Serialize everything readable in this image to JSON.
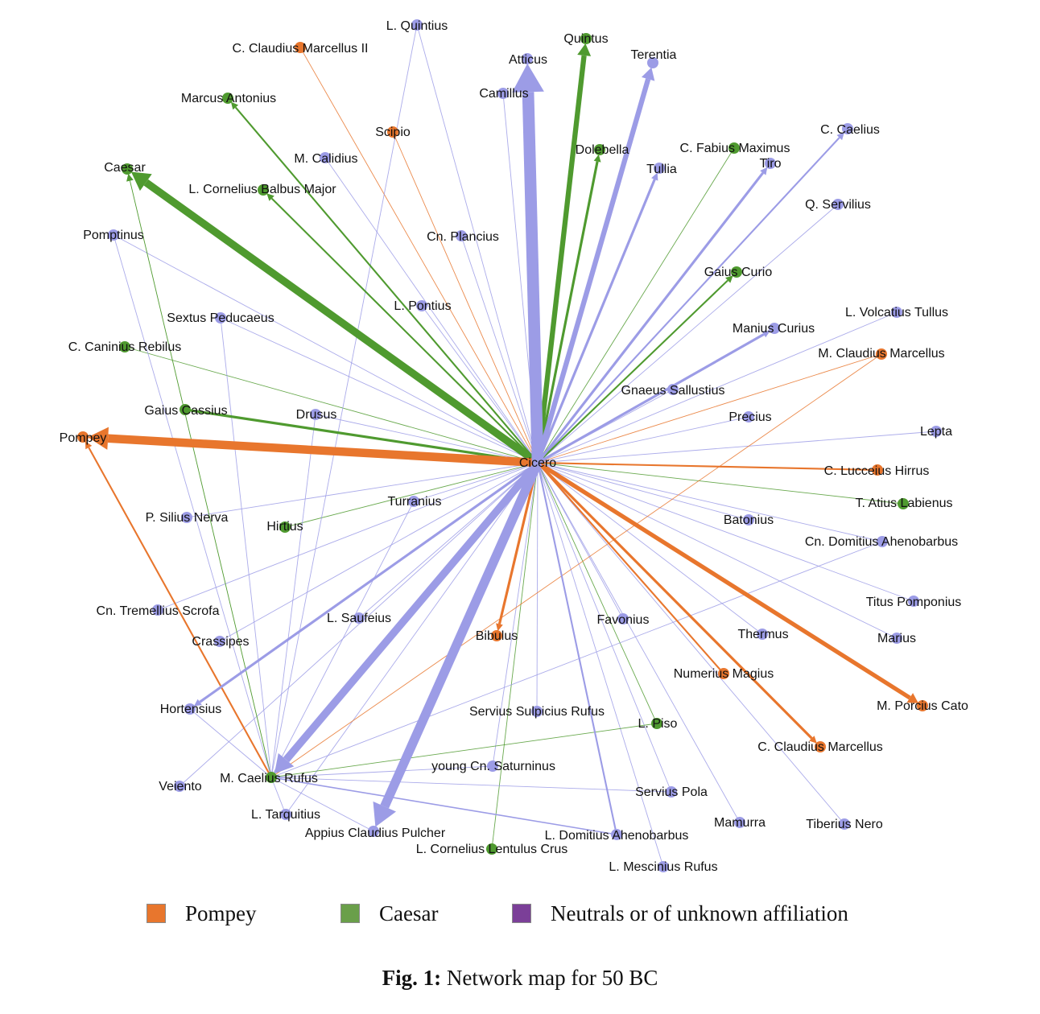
{
  "colors": {
    "pompey": "#e8762d",
    "caesar": "#4f9a2f",
    "neutral": "#9c9ce6"
  },
  "hub": "Cicero",
  "nodes": [
    {
      "id": "cicero",
      "label": "Cicero",
      "faction": "neutral"
    },
    {
      "id": "pompey",
      "label": "Pompey",
      "faction": "pompey"
    },
    {
      "id": "caesar",
      "label": "Caesar",
      "faction": "caesar"
    },
    {
      "id": "m-caelius-rufus",
      "label": "M. Caelius Rufus",
      "faction": "caesar"
    },
    {
      "id": "appius-claudius-pulcher",
      "label": "Appius Claudius Pulcher",
      "faction": "neutral"
    },
    {
      "id": "atticus",
      "label": "Atticus",
      "faction": "neutral"
    },
    {
      "id": "quintus",
      "label": "Quintus",
      "faction": "caesar"
    },
    {
      "id": "terentia",
      "label": "Terentia",
      "faction": "neutral"
    },
    {
      "id": "m-porcius-cato",
      "label": "M. Porcius Cato",
      "faction": "pompey"
    },
    {
      "id": "l-quintius",
      "label": "L. Quintius",
      "faction": "neutral"
    },
    {
      "id": "c-claudius-marcellus-ii",
      "label": "C. Claudius Marcellus II",
      "faction": "pompey"
    },
    {
      "id": "camillus",
      "label": "Camillus",
      "faction": "neutral"
    },
    {
      "id": "marcus-antonius",
      "label": "Marcus Antonius",
      "faction": "caesar"
    },
    {
      "id": "scipio",
      "label": "Scipio",
      "faction": "pompey"
    },
    {
      "id": "m-calidius",
      "label": "M. Calidius",
      "faction": "neutral"
    },
    {
      "id": "dolebella",
      "label": "Dolebella",
      "faction": "caesar"
    },
    {
      "id": "c-fabius-maximus",
      "label": "C. Fabius Maximus",
      "faction": "caesar"
    },
    {
      "id": "c-caelius",
      "label": "C. Caelius",
      "faction": "neutral"
    },
    {
      "id": "tullia",
      "label": "Tullia",
      "faction": "neutral"
    },
    {
      "id": "tiro",
      "label": "Tiro",
      "faction": "neutral"
    },
    {
      "id": "l-cornelius-balbus-major",
      "label": "L. Cornelius Balbus Major",
      "faction": "caesar"
    },
    {
      "id": "q-servilius",
      "label": "Q. Servilius",
      "faction": "neutral"
    },
    {
      "id": "pomptinus",
      "label": "Pomptinus",
      "faction": "neutral"
    },
    {
      "id": "cn-plancius",
      "label": "Cn. Plancius",
      "faction": "neutral"
    },
    {
      "id": "gaius-curio",
      "label": "Gaius Curio",
      "faction": "caesar"
    },
    {
      "id": "l-pontius",
      "label": "L. Pontius",
      "faction": "neutral"
    },
    {
      "id": "l-volcatius-tullus",
      "label": "L. Volcatius Tullus",
      "faction": "neutral"
    },
    {
      "id": "sextus-peducaeus",
      "label": "Sextus Peducaeus",
      "faction": "neutral"
    },
    {
      "id": "manius-curius",
      "label": "Manius Curius",
      "faction": "neutral"
    },
    {
      "id": "c-caninius-rebilus",
      "label": "C. Caninius Rebilus",
      "faction": "caesar"
    },
    {
      "id": "m-claudius-marcellus",
      "label": "M. Claudius Marcellus",
      "faction": "pompey"
    },
    {
      "id": "gnaeus-sallustius",
      "label": "Gnaeus Sallustius",
      "faction": "neutral"
    },
    {
      "id": "gaius-cassius",
      "label": "Gaius Cassius",
      "faction": "caesar"
    },
    {
      "id": "drusus",
      "label": "Drusus",
      "faction": "neutral"
    },
    {
      "id": "precius",
      "label": "Precius",
      "faction": "neutral"
    },
    {
      "id": "lepta",
      "label": "Lepta",
      "faction": "neutral"
    },
    {
      "id": "c-lucceius-hirrus",
      "label": "C. Lucceius Hirrus",
      "faction": "pompey"
    },
    {
      "id": "t-atius-labienus",
      "label": "T. Atius Labienus",
      "faction": "caesar"
    },
    {
      "id": "turranius",
      "label": "Turranius",
      "faction": "neutral"
    },
    {
      "id": "p-silius-nerva",
      "label": "P. Silius Nerva",
      "faction": "neutral"
    },
    {
      "id": "hirtius",
      "label": "Hirtius",
      "faction": "caesar"
    },
    {
      "id": "batonius",
      "label": "Batonius",
      "faction": "neutral"
    },
    {
      "id": "cn-domitius-ahenobarbus",
      "label": "Cn. Domitius Ahenobarbus",
      "faction": "neutral"
    },
    {
      "id": "titus-pomponius",
      "label": "Titus Pomponius",
      "faction": "neutral"
    },
    {
      "id": "cn-tremellius-scrofa",
      "label": "Cn. Tremellius Scrofa",
      "faction": "neutral"
    },
    {
      "id": "l-saufeius",
      "label": "L. Saufeius",
      "faction": "neutral"
    },
    {
      "id": "favonius",
      "label": "Favonius",
      "faction": "neutral"
    },
    {
      "id": "crassipes",
      "label": "Crassipes",
      "faction": "neutral"
    },
    {
      "id": "bibulus",
      "label": "Bibulus",
      "faction": "pompey"
    },
    {
      "id": "thermus",
      "label": "Thermus",
      "faction": "neutral"
    },
    {
      "id": "marius",
      "label": "Marius",
      "faction": "neutral"
    },
    {
      "id": "numerius-magius",
      "label": "Numerius Magius",
      "faction": "pompey"
    },
    {
      "id": "hortensius",
      "label": "Hortensius",
      "faction": "neutral"
    },
    {
      "id": "servius-sulpicius-rufus",
      "label": "Servius Sulpicius Rufus",
      "faction": "neutral"
    },
    {
      "id": "l-piso",
      "label": "L. Piso",
      "faction": "caesar"
    },
    {
      "id": "c-claudius-marcellus",
      "label": "C. Claudius Marcellus",
      "faction": "pompey"
    },
    {
      "id": "young-cn-saturninus",
      "label": "young Cn. Saturninus",
      "faction": "neutral"
    },
    {
      "id": "veiento",
      "label": "Veiento",
      "faction": "neutral"
    },
    {
      "id": "servius-pola",
      "label": "Servius Pola",
      "faction": "neutral"
    },
    {
      "id": "l-tarquitius",
      "label": "L. Tarquitius",
      "faction": "neutral"
    },
    {
      "id": "mamurra",
      "label": "Mamurra",
      "faction": "neutral"
    },
    {
      "id": "tiberius-nero",
      "label": "Tiberius Nero",
      "faction": "neutral"
    },
    {
      "id": "l-domitius-ahenobarbus",
      "label": "L. Domitius Ahenobarbus",
      "faction": "neutral"
    },
    {
      "id": "l-cornelius-lentulus-crus",
      "label": "L. Cornelius Lentulus Crus",
      "faction": "caesar"
    },
    {
      "id": "l-mescinius-rufus",
      "label": "L. Mescinius Rufus",
      "faction": "neutral"
    }
  ],
  "edges": [
    {
      "from": "cicero",
      "to": "pompey",
      "weight": 10,
      "color": "pompey",
      "arrow": true
    },
    {
      "from": "cicero",
      "to": "caesar",
      "weight": 9,
      "color": "caesar",
      "arrow": true
    },
    {
      "from": "cicero",
      "to": "atticus",
      "weight": 14,
      "color": "neutral",
      "arrow": true
    },
    {
      "from": "cicero",
      "to": "quintus",
      "weight": 6,
      "color": "caesar",
      "arrow": true
    },
    {
      "from": "cicero",
      "to": "terentia",
      "weight": 6,
      "color": "neutral",
      "arrow": true
    },
    {
      "from": "cicero",
      "to": "appius-claudius-pulcher",
      "weight": 11,
      "color": "neutral",
      "arrow": true
    },
    {
      "from": "cicero",
      "to": "m-caelius-rufus",
      "weight": 9,
      "color": "neutral",
      "arrow": true
    },
    {
      "from": "cicero",
      "to": "m-porcius-cato",
      "weight": 5,
      "color": "pompey",
      "arrow": true
    },
    {
      "from": "cicero",
      "to": "marcus-antonius",
      "weight": 2,
      "color": "caesar",
      "arrow": true
    },
    {
      "from": "cicero",
      "to": "l-cornelius-balbus-major",
      "weight": 2,
      "color": "caesar",
      "arrow": true
    },
    {
      "from": "cicero",
      "to": "dolebella",
      "weight": 3,
      "color": "caesar",
      "arrow": true
    },
    {
      "from": "cicero",
      "to": "tullia",
      "weight": 3,
      "color": "neutral",
      "arrow": true
    },
    {
      "from": "cicero",
      "to": "tiro",
      "weight": 3,
      "color": "neutral",
      "arrow": true
    },
    {
      "from": "cicero",
      "to": "c-caelius",
      "weight": 2,
      "color": "neutral",
      "arrow": true
    },
    {
      "from": "cicero",
      "to": "gaius-curio",
      "weight": 2,
      "color": "caesar",
      "arrow": true
    },
    {
      "from": "cicero",
      "to": "manius-curius",
      "weight": 3,
      "color": "neutral",
      "arrow": true
    },
    {
      "from": "cicero",
      "to": "gaius-cassius",
      "weight": 3,
      "color": "caesar",
      "arrow": false
    },
    {
      "from": "cicero",
      "to": "bibulus",
      "weight": 3,
      "color": "pompey",
      "arrow": true
    },
    {
      "from": "cicero",
      "to": "c-claudius-marcellus",
      "weight": 3,
      "color": "pompey",
      "arrow": true
    },
    {
      "from": "cicero",
      "to": "hortensius",
      "weight": 3,
      "color": "neutral",
      "arrow": true
    },
    {
      "from": "cicero",
      "to": "numerius-magius",
      "weight": 2,
      "color": "pompey",
      "arrow": false
    },
    {
      "from": "cicero",
      "to": "c-lucceius-hirrus",
      "weight": 2,
      "color": "pompey",
      "arrow": false
    },
    {
      "from": "cicero",
      "to": "m-claudius-marcellus",
      "weight": 1,
      "color": "pompey",
      "arrow": false
    },
    {
      "from": "cicero",
      "to": "c-claudius-marcellus-ii",
      "weight": 1,
      "color": "pompey",
      "arrow": false
    },
    {
      "from": "cicero",
      "to": "scipio",
      "weight": 1,
      "color": "pompey",
      "arrow": false
    },
    {
      "from": "cicero",
      "to": "c-fabius-maximus",
      "weight": 1,
      "color": "caesar",
      "arrow": false
    },
    {
      "from": "cicero",
      "to": "t-atius-labienus",
      "weight": 1,
      "color": "caesar",
      "arrow": false
    },
    {
      "from": "cicero",
      "to": "hirtius",
      "weight": 1,
      "color": "caesar",
      "arrow": false
    },
    {
      "from": "cicero",
      "to": "c-caninius-rebilus",
      "weight": 1,
      "color": "caesar",
      "arrow": false
    },
    {
      "from": "cicero",
      "to": "l-piso",
      "weight": 1,
      "color": "caesar",
      "arrow": false
    },
    {
      "from": "cicero",
      "to": "l-cornelius-lentulus-crus",
      "weight": 1,
      "color": "caesar",
      "arrow": false
    },
    {
      "from": "cicero",
      "to": "l-quintius",
      "weight": 1,
      "color": "neutral",
      "arrow": false
    },
    {
      "from": "cicero",
      "to": "camillus",
      "weight": 1,
      "color": "neutral",
      "arrow": false
    },
    {
      "from": "cicero",
      "to": "m-calidius",
      "weight": 1,
      "color": "neutral",
      "arrow": false
    },
    {
      "from": "cicero",
      "to": "q-servilius",
      "weight": 1,
      "color": "neutral",
      "arrow": false
    },
    {
      "from": "cicero",
      "to": "pomptinus",
      "weight": 1,
      "color": "neutral",
      "arrow": false
    },
    {
      "from": "cicero",
      "to": "cn-plancius",
      "weight": 1,
      "color": "neutral",
      "arrow": false
    },
    {
      "from": "cicero",
      "to": "l-pontius",
      "weight": 1,
      "color": "neutral",
      "arrow": false
    },
    {
      "from": "cicero",
      "to": "l-volcatius-tullus",
      "weight": 1,
      "color": "neutral",
      "arrow": false
    },
    {
      "from": "cicero",
      "to": "sextus-peducaeus",
      "weight": 1,
      "color": "neutral",
      "arrow": false
    },
    {
      "from": "cicero",
      "to": "gnaeus-sallustius",
      "weight": 1,
      "color": "neutral",
      "arrow": false
    },
    {
      "from": "cicero",
      "to": "drusus",
      "weight": 1,
      "color": "neutral",
      "arrow": false
    },
    {
      "from": "cicero",
      "to": "precius",
      "weight": 1,
      "color": "neutral",
      "arrow": false
    },
    {
      "from": "cicero",
      "to": "lepta",
      "weight": 1,
      "color": "neutral",
      "arrow": false
    },
    {
      "from": "cicero",
      "to": "turranius",
      "weight": 1,
      "color": "neutral",
      "arrow": false
    },
    {
      "from": "cicero",
      "to": "p-silius-nerva",
      "weight": 1,
      "color": "neutral",
      "arrow": false
    },
    {
      "from": "cicero",
      "to": "batonius",
      "weight": 1,
      "color": "neutral",
      "arrow": false
    },
    {
      "from": "cicero",
      "to": "cn-domitius-ahenobarbus",
      "weight": 1,
      "color": "neutral",
      "arrow": false
    },
    {
      "from": "cicero",
      "to": "titus-pomponius",
      "weight": 1,
      "color": "neutral",
      "arrow": false
    },
    {
      "from": "cicero",
      "to": "cn-tremellius-scrofa",
      "weight": 1,
      "color": "neutral",
      "arrow": false
    },
    {
      "from": "cicero",
      "to": "l-saufeius",
      "weight": 1,
      "color": "neutral",
      "arrow": false
    },
    {
      "from": "cicero",
      "to": "favonius",
      "weight": 1,
      "color": "neutral",
      "arrow": false
    },
    {
      "from": "cicero",
      "to": "crassipes",
      "weight": 1,
      "color": "neutral",
      "arrow": false
    },
    {
      "from": "cicero",
      "to": "thermus",
      "weight": 1,
      "color": "neutral",
      "arrow": false
    },
    {
      "from": "cicero",
      "to": "marius",
      "weight": 1,
      "color": "neutral",
      "arrow": false
    },
    {
      "from": "cicero",
      "to": "servius-sulpicius-rufus",
      "weight": 1,
      "color": "neutral",
      "arrow": false
    },
    {
      "from": "cicero",
      "to": "young-cn-saturninus",
      "weight": 1,
      "color": "neutral",
      "arrow": false
    },
    {
      "from": "cicero",
      "to": "veiento",
      "weight": 1,
      "color": "neutral",
      "arrow": false
    },
    {
      "from": "cicero",
      "to": "servius-pola",
      "weight": 1,
      "color": "neutral",
      "arrow": false
    },
    {
      "from": "cicero",
      "to": "l-tarquitius",
      "weight": 1,
      "color": "neutral",
      "arrow": false
    },
    {
      "from": "cicero",
      "to": "mamurra",
      "weight": 1,
      "color": "neutral",
      "arrow": false
    },
    {
      "from": "cicero",
      "to": "tiberius-nero",
      "weight": 1,
      "color": "neutral",
      "arrow": false
    },
    {
      "from": "cicero",
      "to": "l-domitius-ahenobarbus",
      "weight": 2,
      "color": "neutral",
      "arrow": false
    },
    {
      "from": "cicero",
      "to": "l-mescinius-rufus",
      "weight": 1,
      "color": "neutral",
      "arrow": false
    },
    {
      "from": "m-caelius-rufus",
      "to": "pompey",
      "weight": 2,
      "color": "pompey",
      "arrow": true
    },
    {
      "from": "m-caelius-rufus",
      "to": "caesar",
      "weight": 1,
      "color": "caesar",
      "arrow": true
    },
    {
      "from": "m-caelius-rufus",
      "to": "m-claudius-marcellus",
      "weight": 1,
      "color": "pompey",
      "arrow": false
    },
    {
      "from": "m-caelius-rufus",
      "to": "l-piso",
      "weight": 1,
      "color": "caesar",
      "arrow": false
    },
    {
      "from": "m-caelius-rufus",
      "to": "l-domitius-ahenobarbus",
      "weight": 1.5,
      "color": "neutral",
      "arrow": false
    },
    {
      "from": "m-caelius-rufus",
      "to": "servius-pola",
      "weight": 1,
      "color": "neutral",
      "arrow": false
    },
    {
      "from": "m-caelius-rufus",
      "to": "young-cn-saturninus",
      "weight": 1,
      "color": "neutral",
      "arrow": false
    },
    {
      "from": "m-caelius-rufus",
      "to": "cn-domitius-ahenobarbus",
      "weight": 1,
      "color": "neutral",
      "arrow": false
    },
    {
      "from": "m-caelius-rufus",
      "to": "drusus",
      "weight": 1,
      "color": "neutral",
      "arrow": false
    },
    {
      "from": "m-caelius-rufus",
      "to": "sextus-peducaeus",
      "weight": 1,
      "color": "neutral",
      "arrow": false
    },
    {
      "from": "m-caelius-rufus",
      "to": "hortensius",
      "weight": 1,
      "color": "neutral",
      "arrow": false
    },
    {
      "from": "m-caelius-rufus",
      "to": "l-tarquitius",
      "weight": 1,
      "color": "neutral",
      "arrow": false
    },
    {
      "from": "m-caelius-rufus",
      "to": "appius-claudius-pulcher",
      "weight": 1,
      "color": "neutral",
      "arrow": false
    },
    {
      "from": "m-caelius-rufus",
      "to": "turranius",
      "weight": 1,
      "color": "neutral",
      "arrow": false
    },
    {
      "from": "m-caelius-rufus",
      "to": "pomptinus",
      "weight": 1,
      "color": "neutral",
      "arrow": false
    },
    {
      "from": "m-caelius-rufus",
      "to": "l-quintius",
      "weight": 1,
      "color": "neutral",
      "arrow": false
    }
  ],
  "legend": [
    {
      "label": "Pompey",
      "color": "#e8762d"
    },
    {
      "label": "Caesar",
      "color": "#6a9f4a"
    },
    {
      "label": "Neutrals or of unknown affiliation",
      "color": "#7b3f98"
    }
  ],
  "caption": {
    "prefix": "Fig. 1:",
    "text": " Network map for 50 BC"
  }
}
